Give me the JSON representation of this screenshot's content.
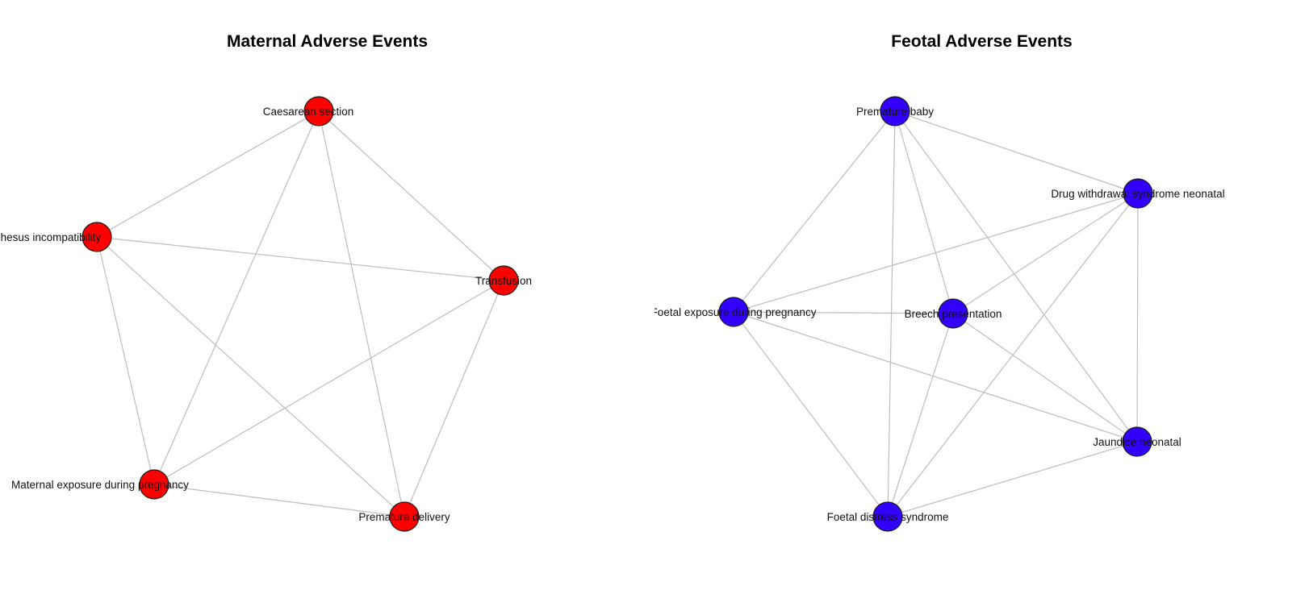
{
  "panels": [
    {
      "id": "maternal",
      "title": "Maternal Adverse Events",
      "node_color": "#ff0000",
      "nodes": [
        {
          "label": "Caesarean section"
        },
        {
          "label": "Rhesus incompatibility"
        },
        {
          "label": "Transfusion"
        },
        {
          "label": "Maternal exposure during pregnancy"
        },
        {
          "label": "Premature delivery"
        }
      ],
      "edges": [
        [
          0,
          1
        ],
        [
          0,
          2
        ],
        [
          0,
          3
        ],
        [
          0,
          4
        ],
        [
          1,
          2
        ],
        [
          1,
          3
        ],
        [
          1,
          4
        ],
        [
          2,
          3
        ],
        [
          2,
          4
        ],
        [
          3,
          4
        ]
      ]
    },
    {
      "id": "foetal",
      "title": "Feotal Adverse Events",
      "node_color": "#3300ff",
      "nodes": [
        {
          "label": "Premature baby"
        },
        {
          "label": "Drug withdrawal syndrome neonatal"
        },
        {
          "label": "Foetal exposure during pregnancy"
        },
        {
          "label": "Breech presentation"
        },
        {
          "label": "Jaundice neonatal"
        },
        {
          "label": "Foetal distress syndrome"
        }
      ],
      "edges": [
        [
          0,
          1
        ],
        [
          0,
          2
        ],
        [
          0,
          3
        ],
        [
          0,
          4
        ],
        [
          0,
          5
        ],
        [
          1,
          2
        ],
        [
          1,
          3
        ],
        [
          1,
          4
        ],
        [
          1,
          5
        ],
        [
          2,
          3
        ],
        [
          2,
          4
        ],
        [
          2,
          5
        ],
        [
          3,
          4
        ],
        [
          3,
          5
        ],
        [
          4,
          5
        ]
      ]
    }
  ]
}
